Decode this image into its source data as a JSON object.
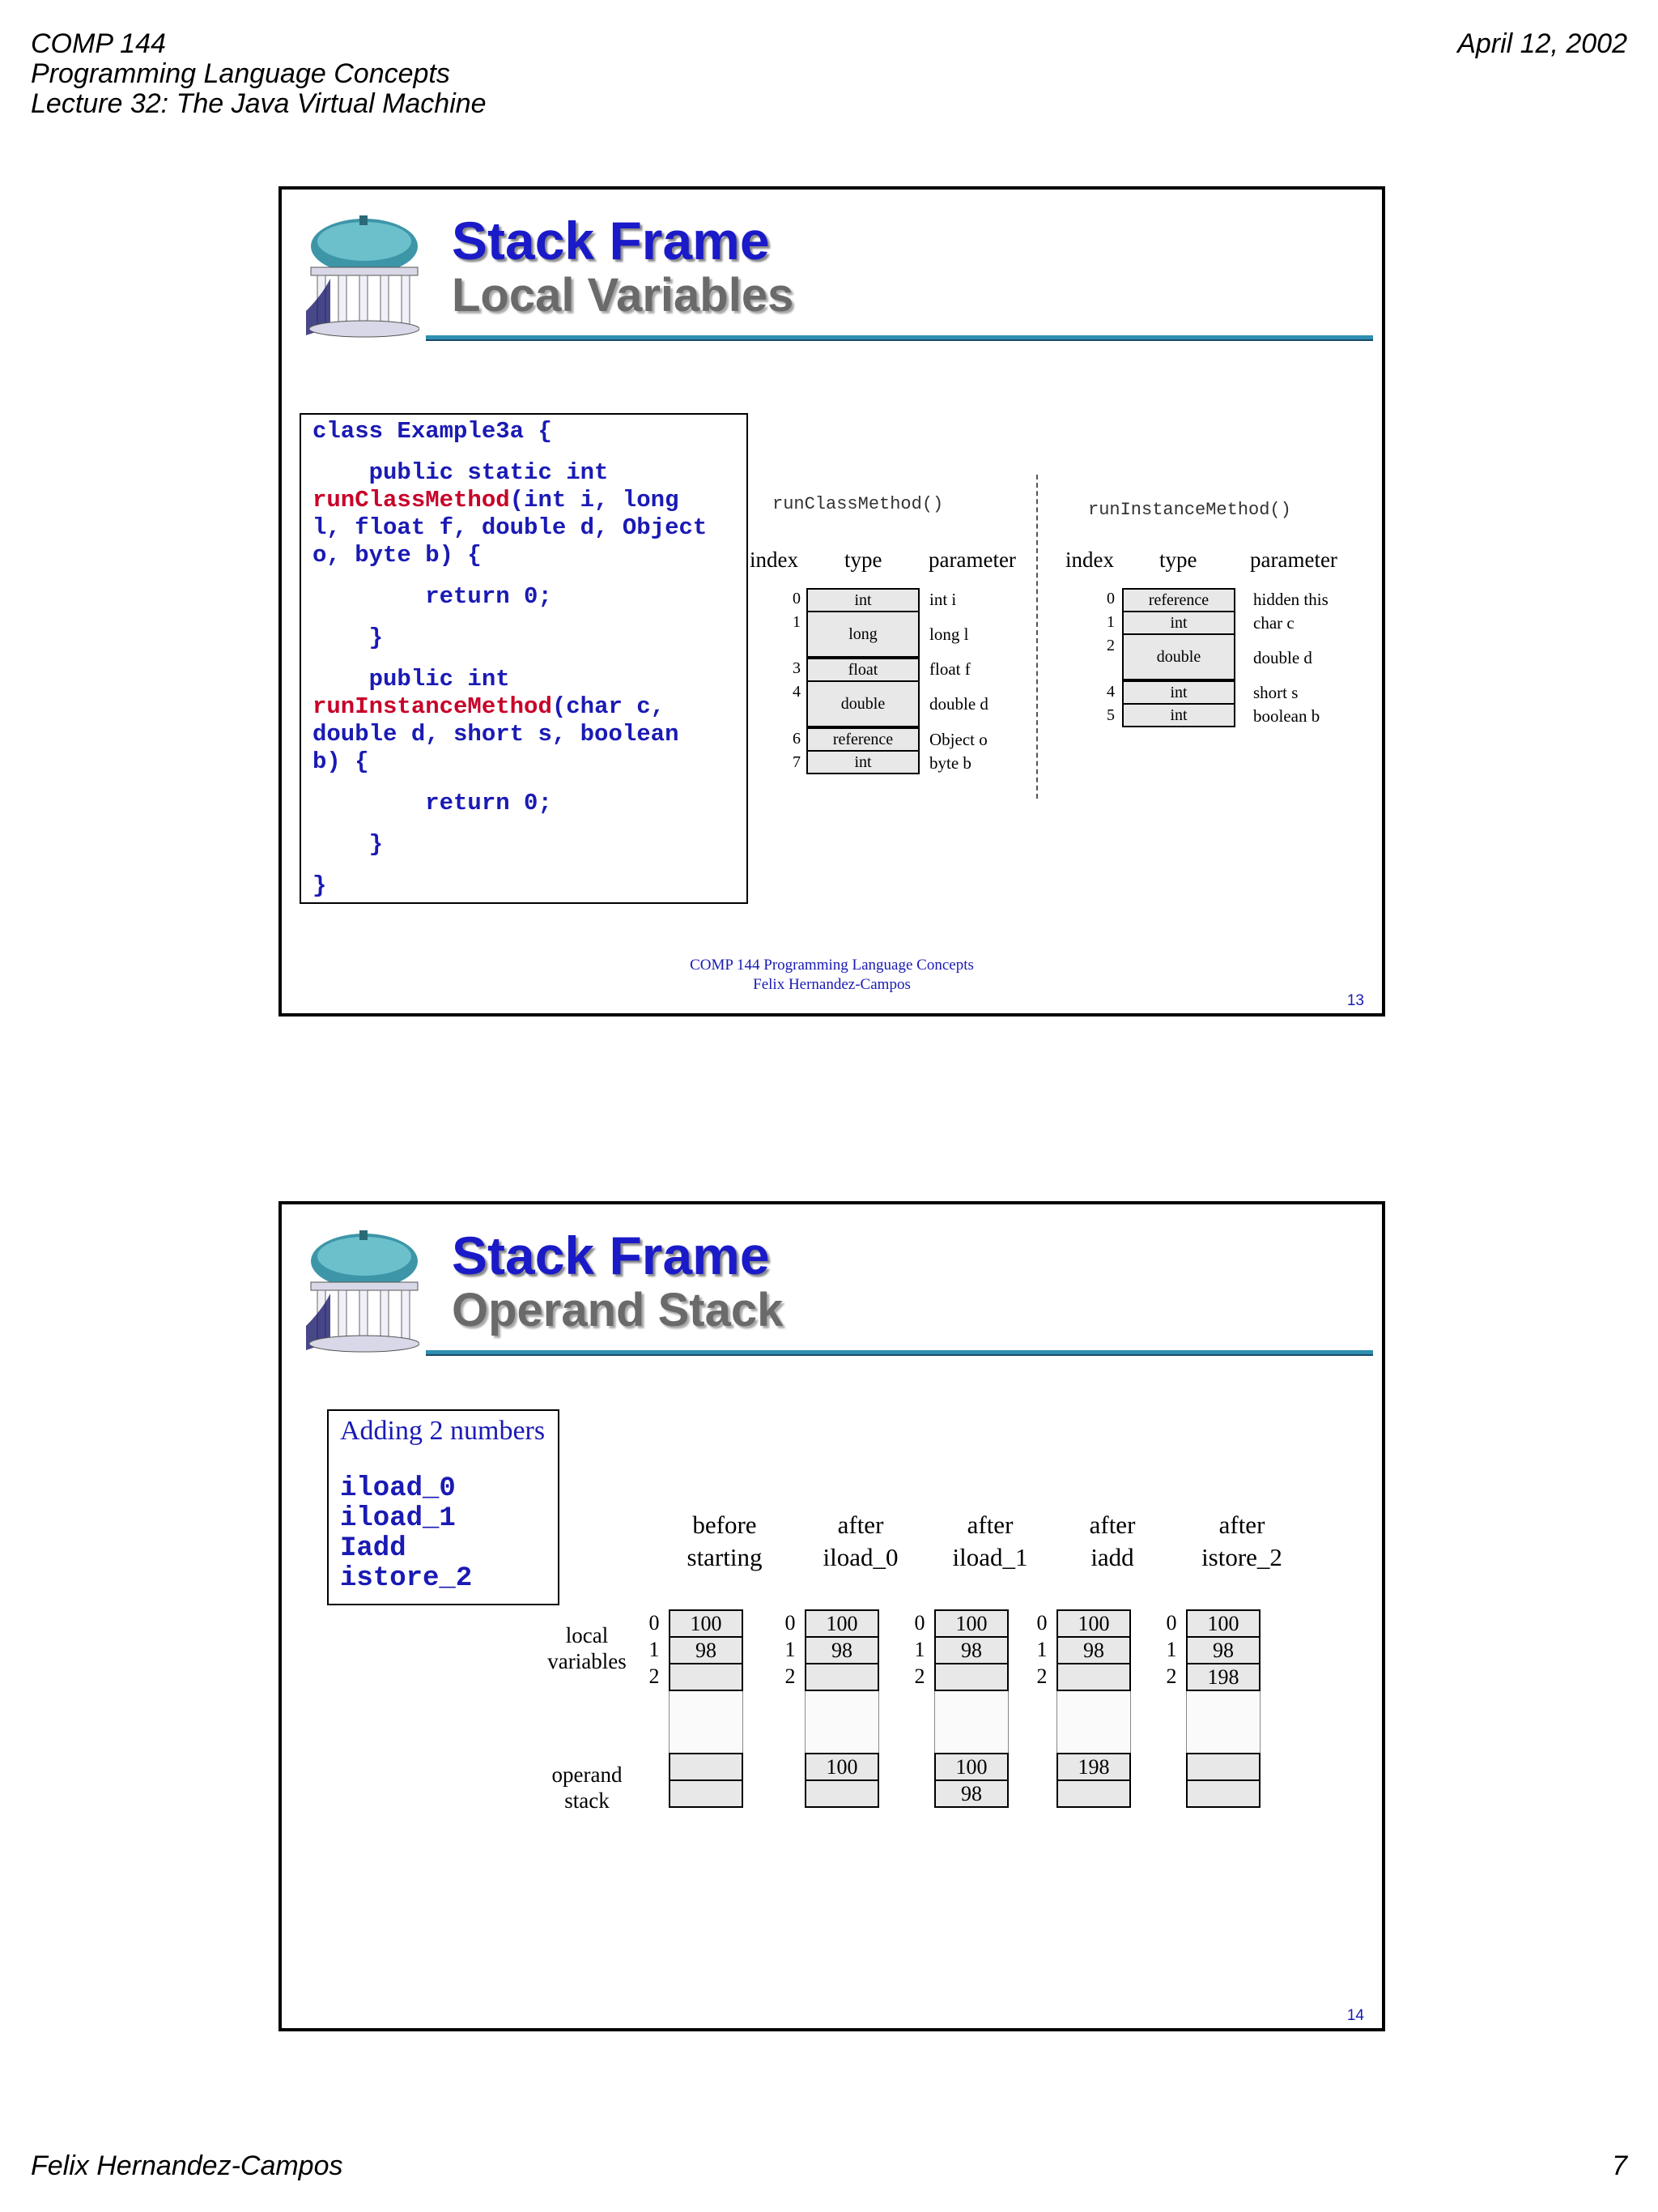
{
  "page_header": {
    "course": "COMP 144",
    "course_title": "Programming Language Concepts",
    "lecture": "Lecture 32: The Java Virtual Machine",
    "date": "April 12, 2002"
  },
  "page_footer": {
    "author": "Felix Hernandez-Campos",
    "page_number": "7"
  },
  "slide_footer": {
    "line1": "COMP 144 Programming Language Concepts",
    "line2": "Felix  Hernandez-Campos"
  },
  "slide1": {
    "title": "Stack Frame",
    "subtitle": "Local Variables",
    "number": "13",
    "code": {
      "l1": "class Example3a {",
      "l2": "    public static int",
      "l3_red": "runClassMethod",
      "l3_rest": "(int i, long",
      "l4": "l, float f, double d, Object",
      "l5": "o, byte b) {",
      "l6": "        return 0;",
      "l7": "    }",
      "l8": "    public int",
      "l9_red": "runInstanceMethod",
      "l9_rest": "(char c,",
      "l10": "double d, short s, boolean",
      "l11": "b) {",
      "l12": "        return 0;",
      "l13": "    }",
      "l14": "}"
    },
    "class_method": {
      "label": "runClassMethod()",
      "headers": {
        "index": "index",
        "type": "type",
        "parameter": "parameter"
      },
      "rows": [
        {
          "index": "0",
          "type": "int",
          "param": "int i"
        },
        {
          "index": "1",
          "type": "long",
          "param": "long l"
        },
        {
          "index": "3",
          "type": "float",
          "param": "float f"
        },
        {
          "index": "4",
          "type": "double",
          "param": "double d"
        },
        {
          "index": "6",
          "type": "reference",
          "param": "Object o"
        },
        {
          "index": "7",
          "type": "int",
          "param": "byte b"
        }
      ]
    },
    "instance_method": {
      "label": "runInstanceMethod()",
      "headers": {
        "index": "index",
        "type": "type",
        "parameter": "parameter"
      },
      "rows": [
        {
          "index": "0",
          "type": "reference",
          "param": "hidden this"
        },
        {
          "index": "1",
          "type": "int",
          "param": "char c"
        },
        {
          "index": "2",
          "type": "double",
          "param": "double d"
        },
        {
          "index": "4",
          "type": "int",
          "param": "short s"
        },
        {
          "index": "5",
          "type": "int",
          "param": "boolean b"
        }
      ]
    }
  },
  "slide2": {
    "title": "Stack Frame",
    "subtitle": "Operand Stack",
    "number": "14",
    "box_title": "Adding 2 numbers",
    "instructions": [
      "iload_0",
      "iload_1",
      "Iadd",
      "istore_2"
    ],
    "local_variables_label": {
      "l1": "local",
      "l2": "variables"
    },
    "operand_stack_label": {
      "l1": "operand",
      "l2": "stack"
    },
    "stages": [
      {
        "h1": "before",
        "h2": "starting",
        "locals": [
          "100",
          "98",
          ""
        ],
        "stack": [
          "",
          ""
        ]
      },
      {
        "h1": "after",
        "h2": "iload_0",
        "locals": [
          "100",
          "98",
          ""
        ],
        "stack": [
          "100",
          ""
        ]
      },
      {
        "h1": "after",
        "h2": "iload_1",
        "locals": [
          "100",
          "98",
          ""
        ],
        "stack": [
          "100",
          "98"
        ]
      },
      {
        "h1": "after",
        "h2": "iadd",
        "locals": [
          "100",
          "98",
          ""
        ],
        "stack": [
          "198",
          ""
        ]
      },
      {
        "h1": "after",
        "h2": "istore_2",
        "locals": [
          "100",
          "98",
          "198"
        ],
        "stack": [
          "",
          ""
        ]
      }
    ],
    "local_indices": [
      "0",
      "1",
      "2"
    ]
  }
}
